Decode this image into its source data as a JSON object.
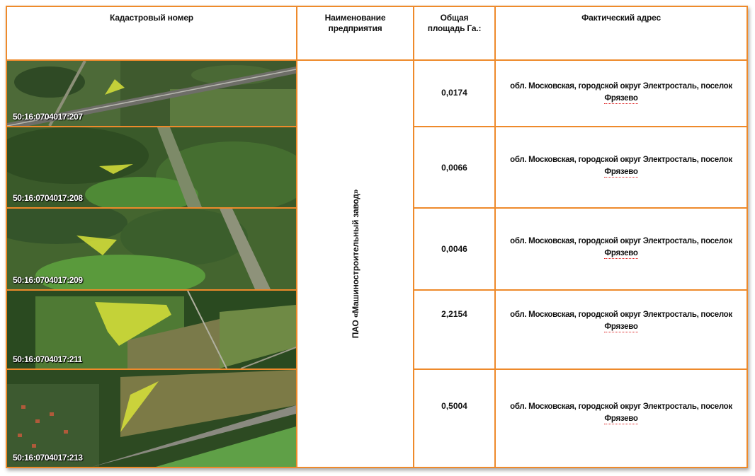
{
  "headers": {
    "cadastral": "Кадастровый номер",
    "name_line1": "Наименование",
    "name_line2": "предприятия",
    "area_line1": "Общая",
    "area_line2": "площадь Га.:",
    "address": "Фактический адрес"
  },
  "enterprise": "ПАО «Машиностроительный завод»",
  "rows": [
    {
      "cadastral": "50:16:0704017:207",
      "area": "0,0174",
      "address_line1": "обл. Московская, городской округ Электросталь, поселок",
      "address_line2": "Фрязево"
    },
    {
      "cadastral": "50:16:0704017:208",
      "area": "0,0066",
      "address_line1": "обл. Московская, городской округ Электросталь, поселок",
      "address_line2": "Фрязево"
    },
    {
      "cadastral": "50:16:0704017:209",
      "area": "0,0046",
      "address_line1": "обл. Московская, городской округ Электросталь, поселок",
      "address_line2": "Фрязево"
    },
    {
      "cadastral": "50:16:0704017:211",
      "area": "2,2154",
      "address_line1": "обл. Московская, городской округ Электросталь, поселок",
      "address_line2": "Фрязево"
    },
    {
      "cadastral": "50:16:0704017:213",
      "area": "0,5004",
      "address_line1": "обл. Московская, городской округ Электросталь, поселок",
      "address_line2": "Фрязево"
    }
  ],
  "colors": {
    "border": "#ee8a2b",
    "parcel_highlight": "#d8e23a"
  }
}
